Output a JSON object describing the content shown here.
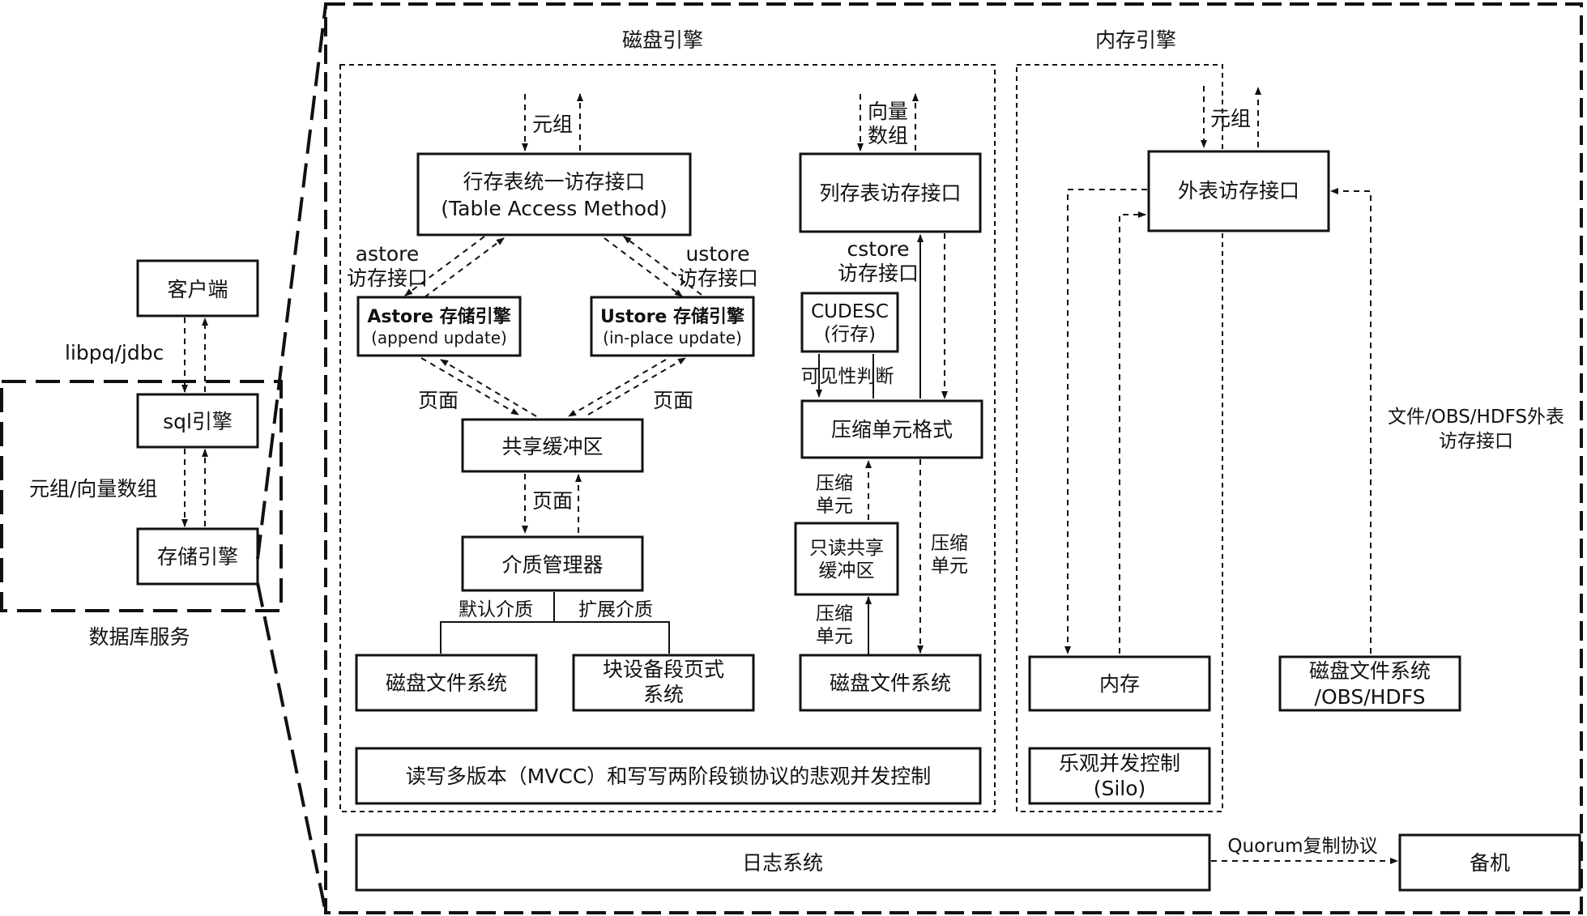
{
  "left": {
    "client": "客户端",
    "sql_engine": "sql引擎",
    "storage_engine": "存储引擎",
    "protocol_label": "libpq/jdbc",
    "tuple_label": "元组/向量数组",
    "service_label": "数据库服务"
  },
  "disk_engine": {
    "title": "磁盘引擎",
    "row_tuple_label": "元组",
    "row_api_line1": "行存表统一访存接口",
    "row_api_line2": "(Table Access Method)",
    "astore_api_line1": "astore",
    "astore_api_line2": "访存接口",
    "ustore_api_line1": "ustore",
    "ustore_api_line2": "访存接口",
    "astore_title": "Astore 存储引擎",
    "astore_sub": "(append update)",
    "ustore_title": "Ustore 存储引擎",
    "ustore_sub": "(in-place update)",
    "page_left": "页面",
    "page_right": "页面",
    "shared_buffer": "共享缓冲区",
    "page_mid": "页面",
    "media_manager": "介质管理器",
    "default_media": "默认介质",
    "extended_media": "扩展介质",
    "disk_fs": "磁盘文件系统",
    "block_line1": "块设备段页式",
    "block_line2": "系统",
    "vector_line1": "向量",
    "vector_line2": "数组",
    "column_api": "列存表访存接口",
    "cstore_line1": "cstore",
    "cstore_line2": "访存接口",
    "cudesc_line1": "CUDESC",
    "cudesc_line2": "(行存)",
    "visibility": "可见性判断",
    "compressed_format": "压缩单元格式",
    "cu_label1_line1": "压缩",
    "cu_label1_line2": "单元",
    "cu_label2_line1": "压缩",
    "cu_label2_line2": "单元",
    "cu_label3_line1": "压缩",
    "cu_label3_line2": "单元",
    "readonly_line1": "只读共享",
    "readonly_line2": "缓冲区",
    "disk_fs_col": "磁盘文件系统",
    "mvcc": "读写多版本（MVCC）和写写两阶段锁协议的悲观并发控制"
  },
  "memory_engine": {
    "title": "内存引擎",
    "tuple_label": "元组",
    "foreign_api": "外表访存接口",
    "memory": "内存",
    "fs_line1": "磁盘文件系统",
    "fs_line2": "/OBS/HDFS",
    "foreign_line1": "文件/OBS/HDFS外表",
    "foreign_line2": "访存接口",
    "silo_line1": "乐观并发控制",
    "silo_line2": "(Silo)"
  },
  "bottom": {
    "log_system": "日志系统",
    "quorum": "Quorum复制协议",
    "standby": "备机"
  }
}
